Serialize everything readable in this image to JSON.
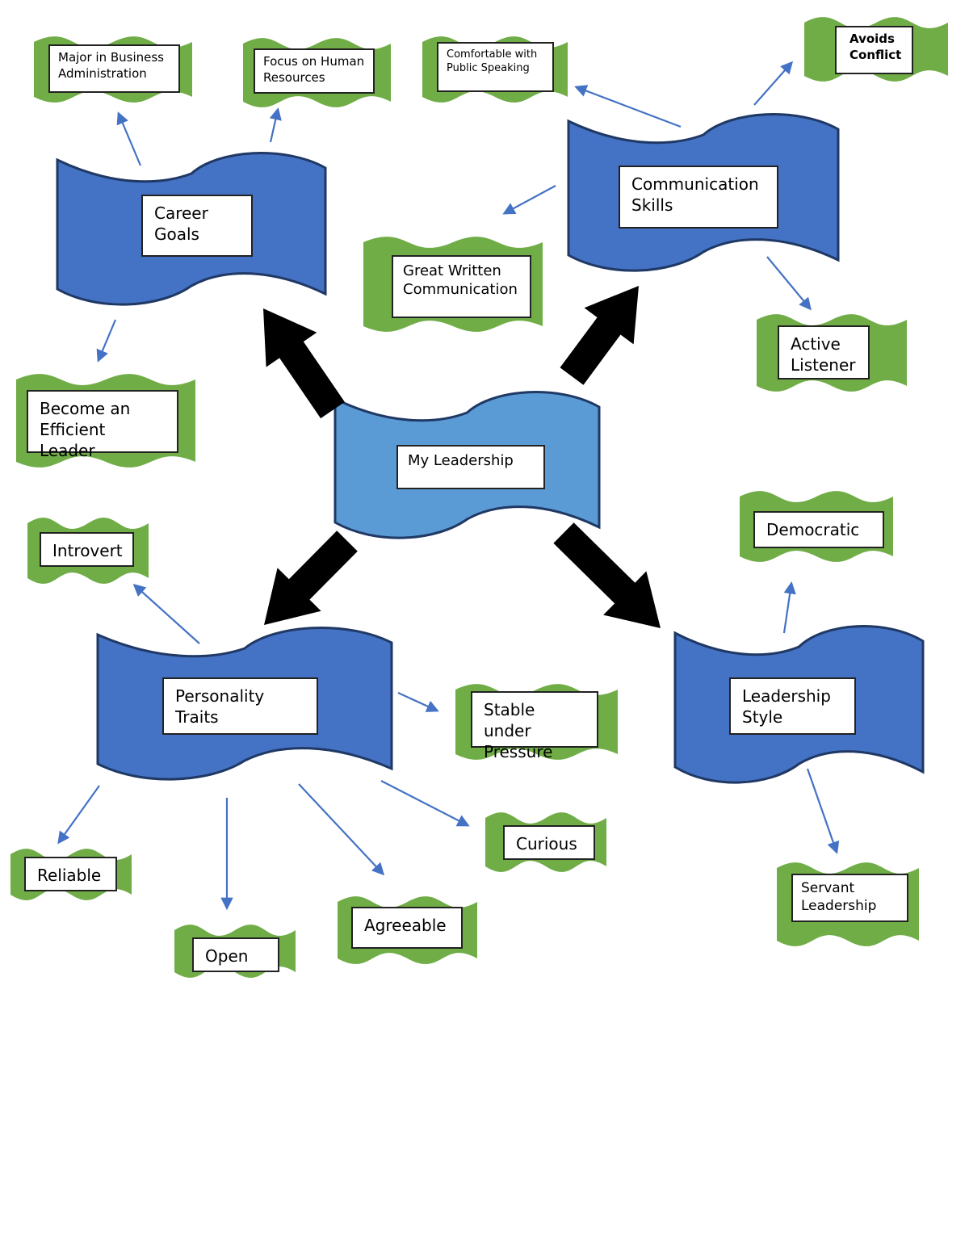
{
  "colors": {
    "center": "#5B9BD5",
    "category": "#4472C4",
    "leaf": "#70AD47",
    "outline": "#1F3864",
    "thin_arrow": "#4472C4",
    "thick_arrow": "#000000"
  },
  "center": {
    "label": "My Leadership"
  },
  "categories": {
    "career": {
      "label": "Career\nGoals",
      "leaves": {
        "major": "Major in Business\nAdministration",
        "focus": "Focus on Human\nResources",
        "efficient": "Become an\nEfficient Leader"
      }
    },
    "communication": {
      "label": "Communication\nSkills",
      "leaves": {
        "public": "Comfortable with\nPublic Speaking",
        "conflict": "Avoids\nConflict",
        "written": "Great Written\nCommunication",
        "active": "Active\nListener"
      }
    },
    "personality": {
      "label": "Personality\nTraits",
      "leaves": {
        "introvert": "Introvert",
        "stable": "Stable under\nPressure",
        "reliable": "Reliable",
        "open": "Open",
        "agreeable": "Agreeable",
        "curious": "Curious"
      }
    },
    "style": {
      "label": "Leadership\nStyle",
      "leaves": {
        "democratic": "Democratic",
        "servant": "Servant\nLeadership"
      }
    }
  }
}
